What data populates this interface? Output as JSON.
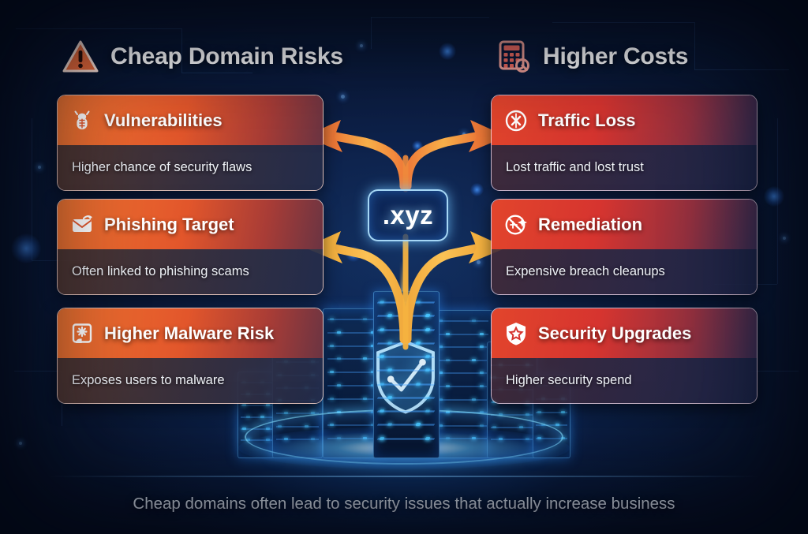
{
  "background": {
    "base_color": "#0a1630",
    "glow_color": "#1860be",
    "accent_cyan": "#49c6ff"
  },
  "center": {
    "badge_label": ".xyz",
    "badge_border_color": "#afe1ff"
  },
  "headers": {
    "left": {
      "icon": "warning-triangle-icon",
      "title": "Cheap Domain Risks"
    },
    "right": {
      "icon": "calculator-icon",
      "title": "Higher Costs"
    }
  },
  "columns": {
    "left": {
      "accent_color": "#e2562b",
      "cards": [
        {
          "icon": "bug-icon",
          "title": "Vulnerabilities",
          "description": "Higher chance of security flaws"
        },
        {
          "icon": "envelope-icon",
          "title": "Phishing Target",
          "description": "Often linked to phishing scams"
        },
        {
          "icon": "malware-burst-icon",
          "title": "Higher Malware Risk",
          "description": "Exposes users to malware"
        }
      ]
    },
    "right": {
      "accent_color": "#d6342f",
      "cards": [
        {
          "icon": "traffic-loss-icon",
          "title": "Traffic Loss",
          "description": "Lost traffic and lost trust"
        },
        {
          "icon": "remediation-icon",
          "title": "Remediation",
          "description": "Expensive breach cleanups"
        },
        {
          "icon": "shield-star-icon",
          "title": "Security Upgrades",
          "description": "Higher security spend"
        }
      ]
    }
  },
  "illustration": {
    "name": "data-center-servers",
    "hologram_icon": "shield-check-icon",
    "glow_color": "#8fd8ff"
  },
  "arrows": {
    "color_top": "#f2883c",
    "color_bottom": "#f6b340",
    "count": 4
  },
  "footer": {
    "caption": "Cheap domains often lead to security issues that actually increase business"
  }
}
